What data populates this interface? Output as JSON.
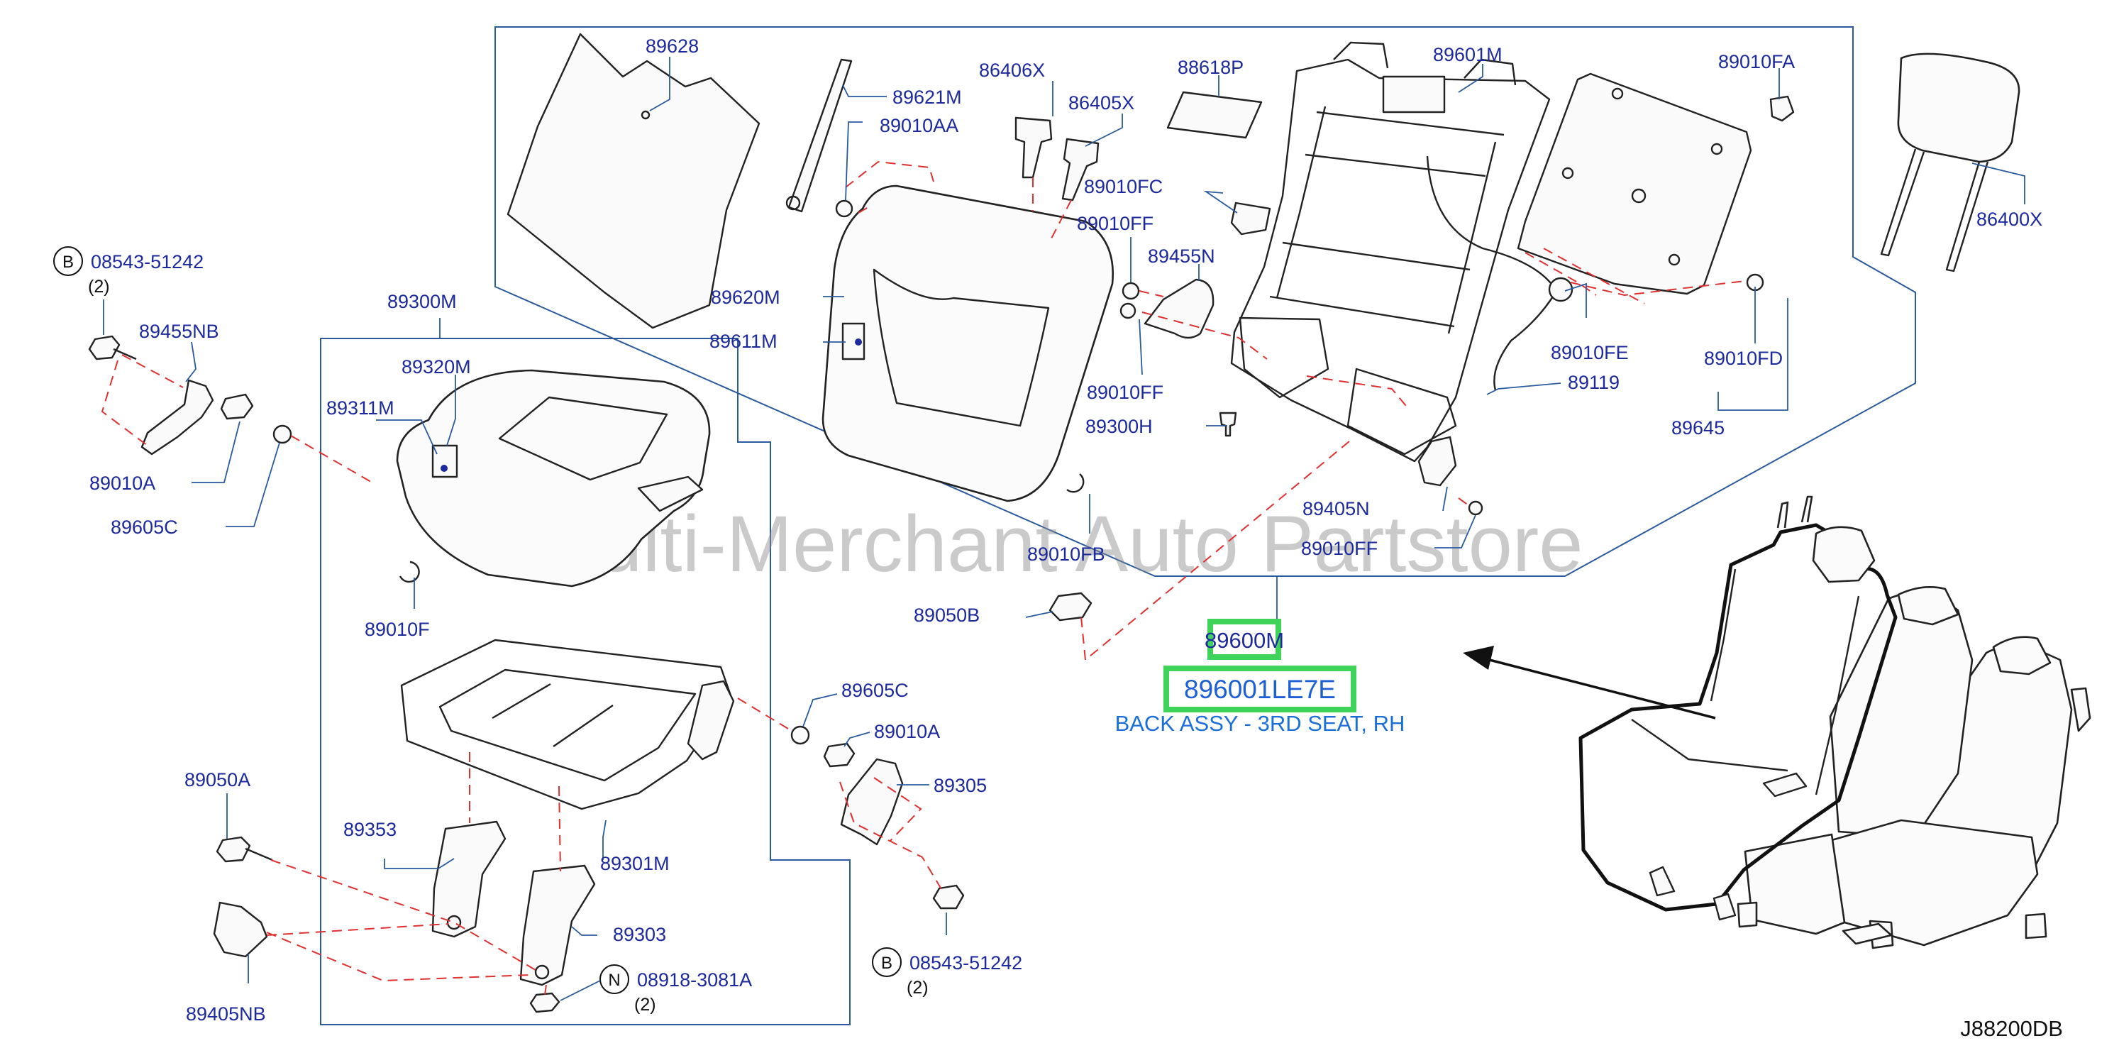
{
  "watermark": "Multi-Merchant Auto Partstore",
  "diagram_ref": "J88200DB",
  "highlight": {
    "code": "89600M",
    "part_number": "896001LE7E",
    "description": "BACK ASSY - 3RD SEAT, RH",
    "box_color": "#3fd35a"
  },
  "callouts": {
    "b_symbol": "B",
    "n_symbol": "N",
    "bolt_left": "08543-51242",
    "bolt_left_qty": "(2)",
    "bolt_right": "08543-51242",
    "bolt_right_qty": "(2)",
    "nut": "08918-3081A",
    "nut_qty": "(2)"
  },
  "labels": {
    "p89628": "89628",
    "p89621M": "89621M",
    "p89010AA": "89010AA",
    "p86406X": "86406X",
    "p86405X": "86405X",
    "p88618P": "88618P",
    "p89601M": "89601M",
    "p89010FA": "89010FA",
    "p86400X": "86400X",
    "p89010FC": "89010FC",
    "p89010FF_a": "89010FF",
    "p89455N": "89455N",
    "p89620M": "89620M",
    "p89611M": "89611M",
    "p89010FF_b": "89010FF",
    "p89300H": "89300H",
    "p89010FE": "89010FE",
    "p89119": "89119",
    "p89010FD": "89010FD",
    "p89645": "89645",
    "p89405N": "89405N",
    "p89010FF_c": "89010FF",
    "p89010FB": "89010FB",
    "p89050B": "89050B",
    "p89455NB": "89455NB",
    "p89300M": "89300M",
    "p89320M": "89320M",
    "p89311M": "89311M",
    "p89010A_a": "89010A",
    "p89605C_a": "89605C",
    "p89010F": "89010F",
    "p89605C_b": "89605C",
    "p89010A_b": "89010A",
    "p89305": "89305",
    "p89050A": "89050A",
    "p89353": "89353",
    "p89301M": "89301M",
    "p89303": "89303",
    "p89405NB": "89405NB"
  }
}
